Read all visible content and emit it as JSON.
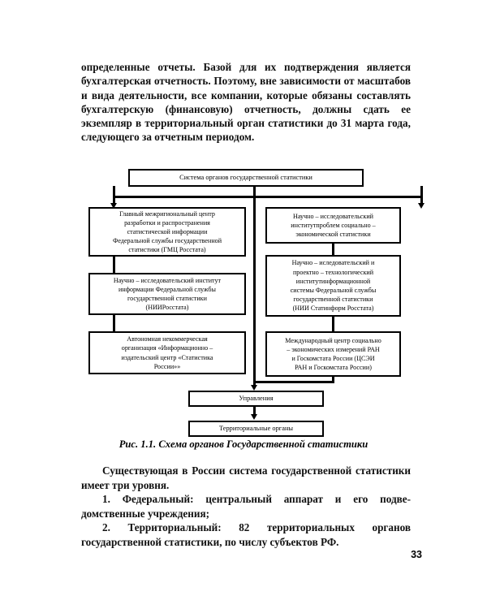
{
  "page": {
    "number": "33",
    "background": "#ffffff",
    "ink": "#000000"
  },
  "top_paragraph": {
    "text": "определенные отчеты. Базой для их подтверждения явля­ется бухгалтерская отчетность. Поэтому, вне зависимости от масштабов и вида деятельности, все компании, которые обязаны составлять бухгалтерскую (финансовую) отчет­ность, должны сдать ее экземпляр в территориальный орган статистики до 31 марта года, следующего за отчет­ным периодом."
  },
  "figure": {
    "caption": "Рис. 1.1. Схема органов Государственной статистики",
    "root": {
      "label": "Система органов государственной статистики"
    },
    "left_column": [
      {
        "id": "gmc-rosstata",
        "label": "Главный межригиональный центр\nразработки и распространения\nстатистической информации\nФедеральной службы государственной\nстатистики (ГМЦ Росстата)"
      },
      {
        "id": "nii-rosstata",
        "label": "Научно – исследовательский институт\nинформации Федеральной службы\nгосударственной статистики\n(НИИРосстата)"
      },
      {
        "id": "ano-statistika-rossii",
        "label": "Автономная некоммерческая\nорганизация «Информационно –\nиздательский центр «Статистика\nРоссии»»"
      }
    ],
    "right_column": [
      {
        "id": "nii-problem-ses",
        "label": "Научно – исследовательский\nинститутпроблем социально –\nэкономической статистики"
      },
      {
        "id": "nii-statinform-rosstata",
        "label": "Научно – иследовательский и\nпроектно – технологический\nинститутинформационной\nсистемы Федеральной службы\nгосударственной статистики\n(НИИ Статинформ Росстата)"
      },
      {
        "id": "cseі-ran",
        "label": "Международный центр социально\n– экономических измерений РАН\nи Госкомстата России (ЦСЭИ\nРАН и Госкомстата России)"
      }
    ],
    "bottom": [
      {
        "id": "upravleniya",
        "label": "Управления"
      },
      {
        "id": "territorialnye-organy",
        "label": "Территориальные органы"
      }
    ]
  },
  "lower_paragraphs": [
    "Существующая в России система государственной статистики имеет три уровня.",
    "1. Федеральный: центральный аппарат и его подве­домственные учреждения;",
    "2. Территориальный: 82 территориальных органов государственной статистики, по числу субъектов РФ."
  ]
}
